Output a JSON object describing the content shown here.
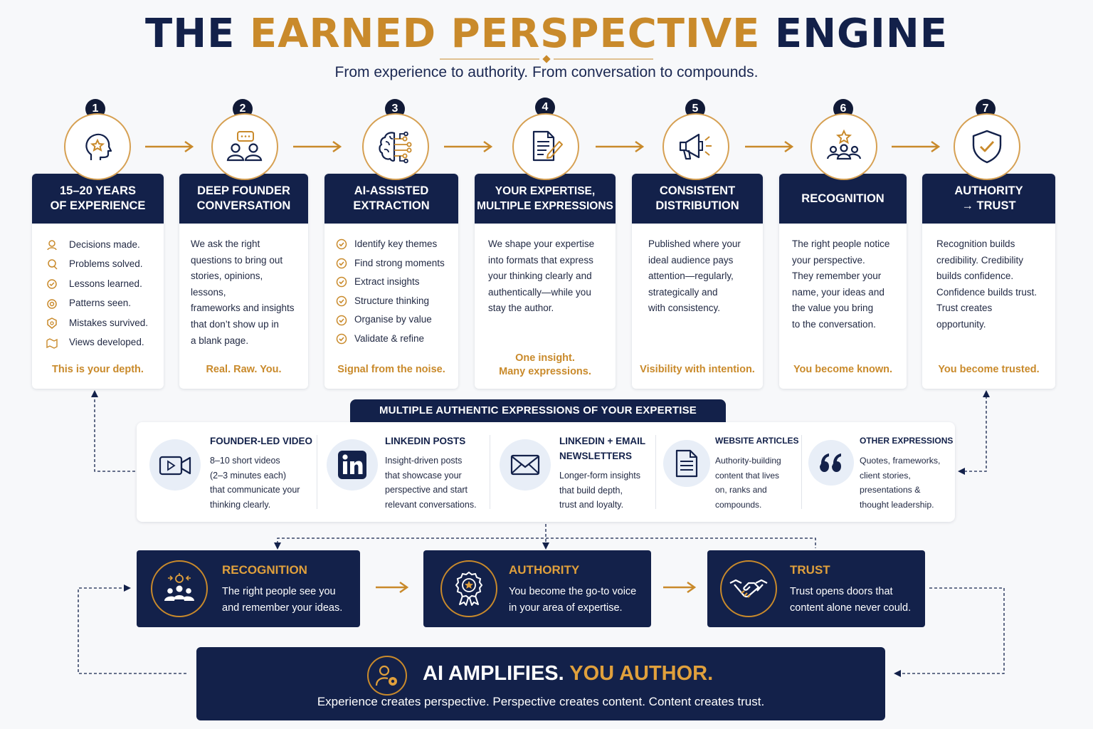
{
  "header": {
    "title_part1": "THE ",
    "title_part2": "EARNED PERSPECTIVE",
    "title_part3": " ENGINE",
    "subtitle": "From experience to authority. From conversation to compounds."
  },
  "steps": [
    {
      "number": "1",
      "icon": "head-star-icon",
      "title_line1": "15–20 YEARS",
      "title_line2": "OF EXPERIENCE",
      "items": [
        "Decisions made.",
        "Problems solved.",
        "Lessons learned.",
        "Patterns seen.",
        "Mistakes survived.",
        "Views developed."
      ],
      "tagline": "This is your depth."
    },
    {
      "number": "2",
      "icon": "conversation-icon",
      "title_line1": "DEEP FOUNDER",
      "title_line2": "CONVERSATION",
      "lines": [
        "We ask the right",
        "questions to bring out",
        "stories, opinions, lessons,",
        "frameworks and insights",
        "that don’t show up in",
        "a blank page."
      ],
      "tagline": "Real. Raw. You."
    },
    {
      "number": "3",
      "icon": "ai-brain-icon",
      "title_line1": "AI-ASSISTED",
      "title_line2": "EXTRACTION",
      "items": [
        "Identify key themes",
        "Find strong moments",
        "Extract insights",
        "Structure thinking",
        "Organise by value",
        "Validate & refine"
      ],
      "tagline": "Signal from the noise."
    },
    {
      "number": "4",
      "icon": "document-pen-icon",
      "title_line1": "YOUR EXPERTISE,",
      "title_line2": "MULTIPLE EXPRESSIONS",
      "lines": [
        "We shape your expertise",
        "into formats that express",
        "your thinking clearly and",
        "authentically—while you",
        "stay the author."
      ],
      "tagline_line1": "One insight.",
      "tagline_line2": "Many expressions."
    },
    {
      "number": "5",
      "icon": "megaphone-icon",
      "title_line1": "CONSISTENT",
      "title_line2": "DISTRIBUTION",
      "lines": [
        "Published where your",
        "ideal audience pays",
        "attention—regularly,",
        "strategically and",
        "with consistency."
      ],
      "tagline": "Visibility with intention."
    },
    {
      "number": "6",
      "icon": "people-star-icon",
      "title_line1": "RECOGNITION",
      "title_line2": "",
      "lines": [
        "The right people notice",
        "your perspective.",
        "They remember your",
        "name, your ideas and",
        "the value you bring",
        "to the conversation."
      ],
      "tagline": "You become known."
    },
    {
      "number": "7",
      "icon": "shield-check-icon",
      "title_line1": "AUTHORITY",
      "title_line2": "→ TRUST",
      "lines": [
        "Recognition builds",
        "credibility. Credibility",
        "builds confidence.",
        "Confidence builds trust.",
        "Trust creates",
        "opportunity."
      ],
      "tagline": "You become trusted."
    }
  ],
  "expressions": {
    "banner": "MULTIPLE AUTHENTIC EXPRESSIONS OF YOUR EXPERTISE",
    "items": [
      {
        "icon": "video-camera-icon",
        "title_line1": "FOUNDER-LED VIDEO",
        "title_line2": "",
        "desc": [
          "8–10 short videos",
          "(2–3 minutes each)",
          "that communicate your",
          "thinking clearly."
        ]
      },
      {
        "icon": "linkedin-icon",
        "title_line1": "LINKEDIN POSTS",
        "title_line2": "",
        "desc": [
          "Insight-driven posts",
          "that showcase your",
          "perspective and start",
          "relevant conversations."
        ]
      },
      {
        "icon": "envelope-icon",
        "title_line1": "LINKEDIN + EMAIL",
        "title_line2": "NEWSLETTERS",
        "desc": [
          "Longer-form insights",
          "that build depth,",
          "trust and loyalty."
        ]
      },
      {
        "icon": "article-icon",
        "title_line1": "WEBSITE ARTICLES",
        "title_line2": "",
        "desc": [
          "Authority-building",
          "content that lives",
          "on, ranks and",
          "compounds."
        ]
      },
      {
        "icon": "quote-icon",
        "title_line1": "OTHER EXPRESSIONS",
        "title_line2": "",
        "desc": [
          "Quotes, frameworks,",
          "client stories,",
          "presentations &",
          "thought leadership."
        ]
      }
    ]
  },
  "outcomes": [
    {
      "icon": "audience-target-icon",
      "title": "RECOGNITION",
      "desc": [
        "The right people see you",
        "and remember your ideas."
      ]
    },
    {
      "icon": "award-ribbon-icon",
      "title": "AUTHORITY",
      "desc": [
        "You become the go-to voice",
        "in your area of expertise."
      ]
    },
    {
      "icon": "handshake-icon",
      "title": "TRUST",
      "desc": [
        "Trust opens doors that",
        "content alone never could."
      ]
    }
  ],
  "footer": {
    "icon": "person-gear-icon",
    "headline_part1": "AI AMPLIFIES. ",
    "headline_part2": "YOU AUTHOR.",
    "tagline": "Experience creates perspective. Perspective creates content. Content creates trust."
  },
  "colors": {
    "navy": "#13214a",
    "gold": "#c98a2b",
    "light_gold": "#e0a03c",
    "icon_bg": "#e8eef7"
  }
}
